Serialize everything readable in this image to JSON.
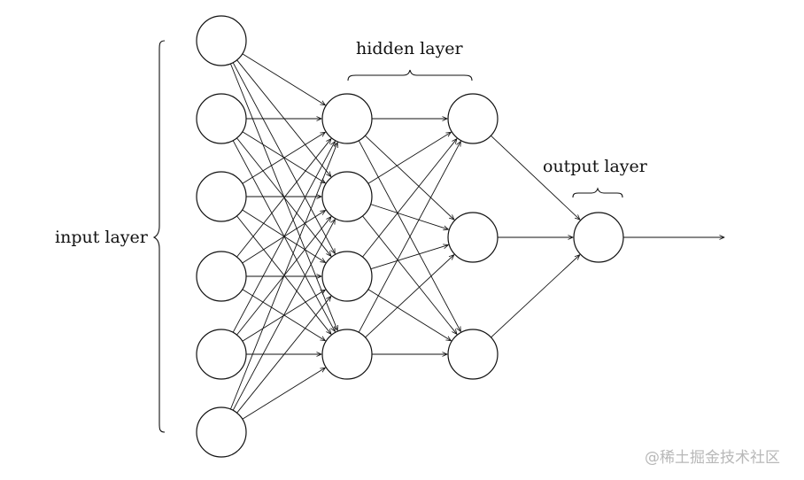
{
  "diagram": {
    "labels": {
      "input": "input layer",
      "hidden": "hidden layer",
      "output": "output layer"
    },
    "watermark": "@稀土掘金技术社区",
    "layers": [
      {
        "name": "input",
        "node_count": 6
      },
      {
        "name": "hidden-1",
        "node_count": 4
      },
      {
        "name": "hidden-2",
        "node_count": 3
      },
      {
        "name": "output",
        "node_count": 1
      }
    ],
    "connections": "fully-connected",
    "output_arrow": true,
    "colors": {
      "stroke": "#111111",
      "background": "#ffffff",
      "watermark": "#b8b8b8"
    }
  }
}
